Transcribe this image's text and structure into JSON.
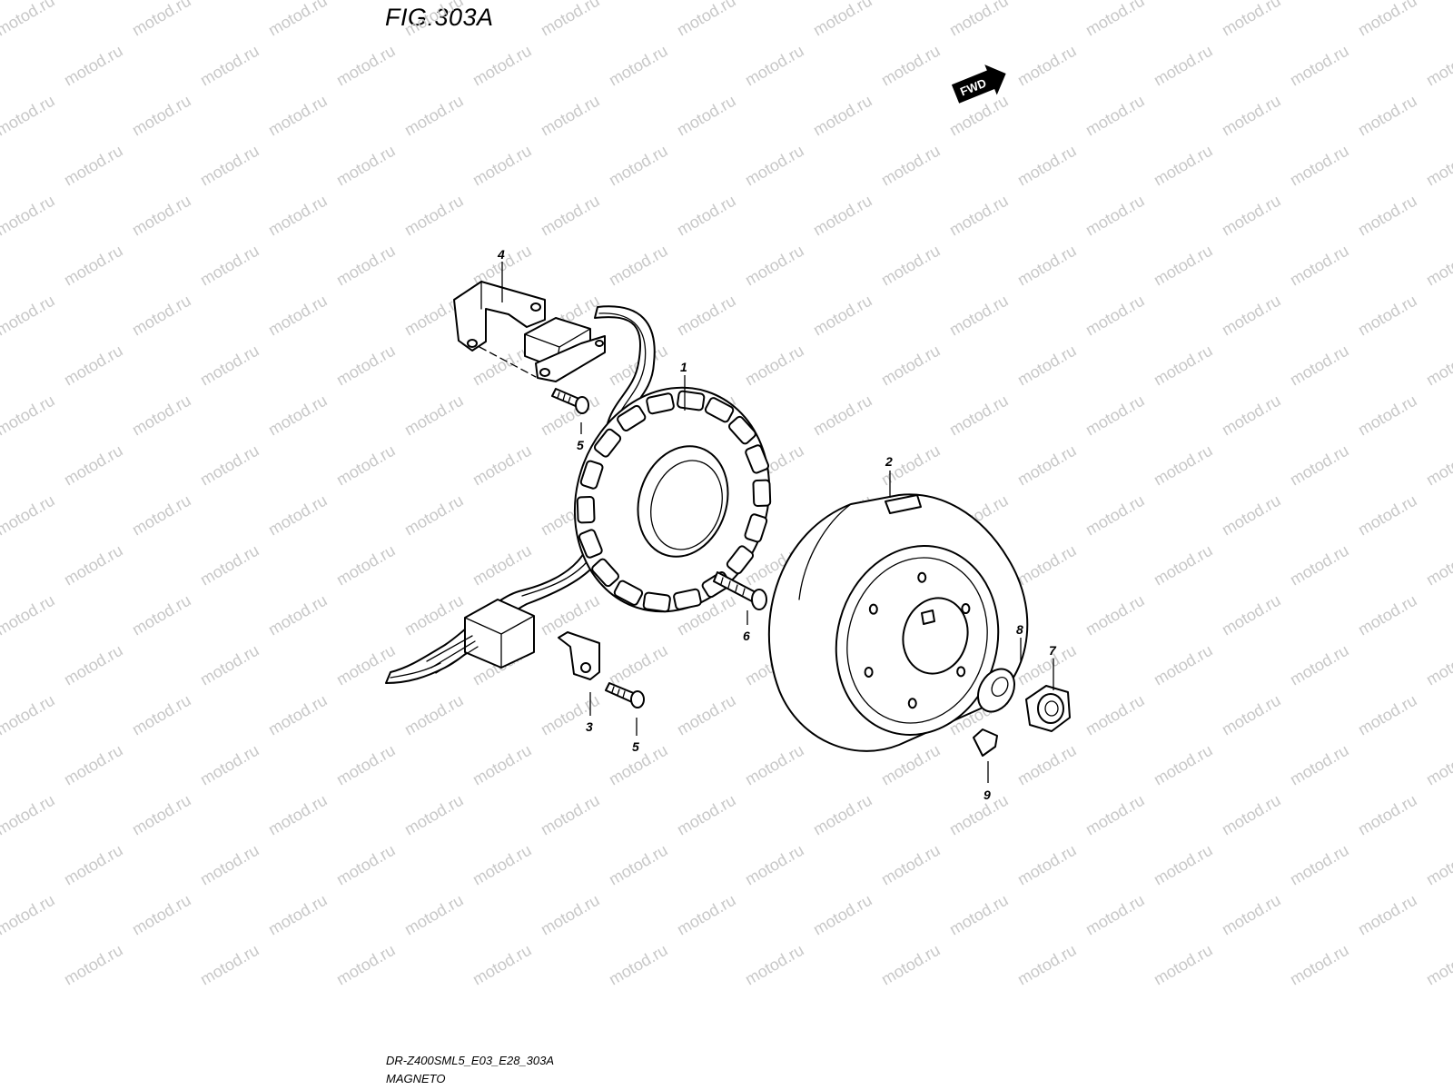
{
  "figure": {
    "title": "FIG.303A",
    "model_code": "DR-Z400SML5_E03_E28_303A",
    "name": "MAGNETO"
  },
  "direction_badge": {
    "label": "FWD",
    "icon": "forward-arrow-icon"
  },
  "watermark": {
    "text": "motod.ru",
    "color": "#c8c8c8"
  },
  "callouts": [
    {
      "id": "1",
      "part": "stator"
    },
    {
      "id": "2",
      "part": "rotor"
    },
    {
      "id": "3",
      "part": "clamp"
    },
    {
      "id": "4",
      "part": "bracket"
    },
    {
      "id": "5",
      "part": "bolt"
    },
    {
      "id": "5",
      "part": "bolt"
    },
    {
      "id": "6",
      "part": "bolt"
    },
    {
      "id": "7",
      "part": "nut"
    },
    {
      "id": "8",
      "part": "washer"
    },
    {
      "id": "9",
      "part": "key"
    }
  ]
}
